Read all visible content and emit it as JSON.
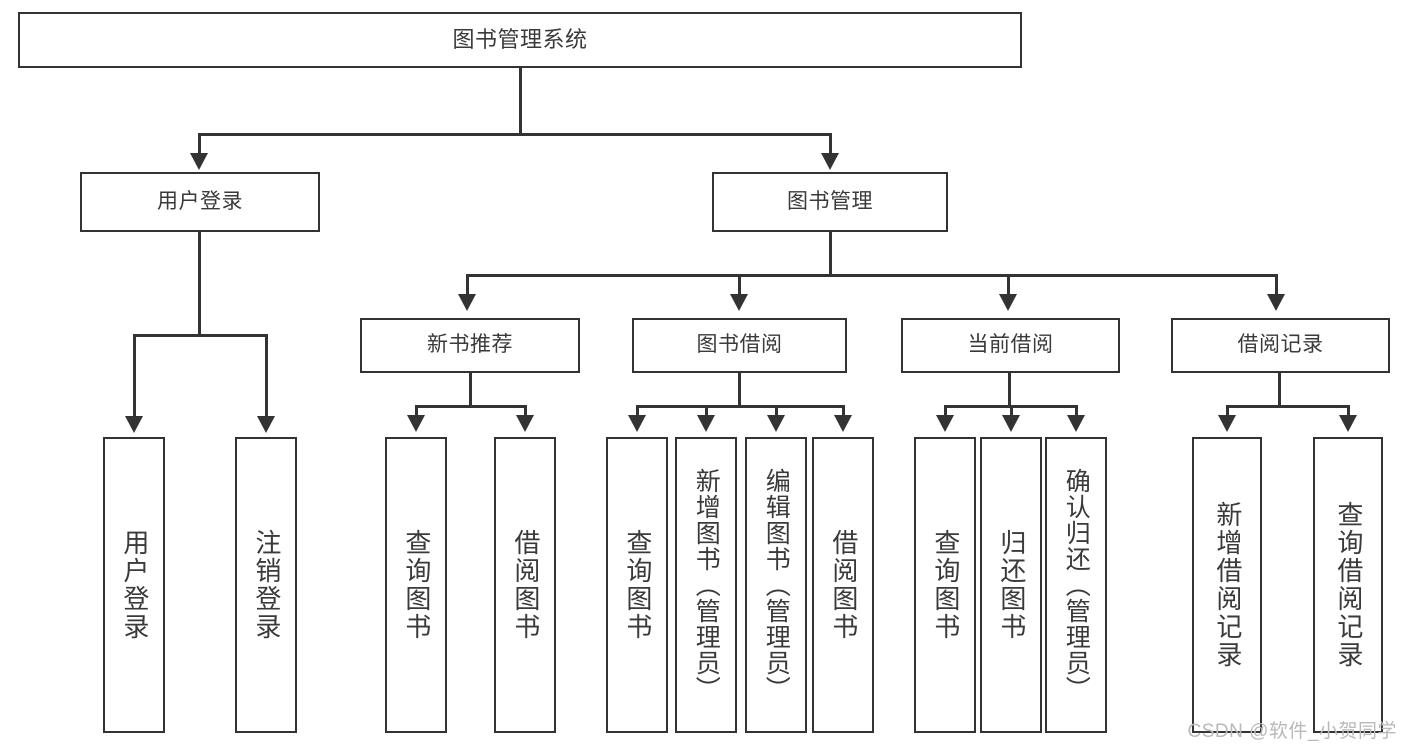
{
  "diagram": {
    "title": "图书管理系统",
    "root": {
      "label": "图书管理系统"
    },
    "level2": [
      {
        "label": "用户登录"
      },
      {
        "label": "图书管理"
      }
    ],
    "level3": [
      {
        "label": "新书推荐"
      },
      {
        "label": "图书借阅"
      },
      {
        "label": "当前借阅"
      },
      {
        "label": "借阅记录"
      }
    ],
    "leaves": {
      "user_login": [
        {
          "label": "用户登录"
        },
        {
          "label": "注销登录"
        }
      ],
      "new_book": [
        {
          "label": "查询图书"
        },
        {
          "label": "借阅图书"
        }
      ],
      "book_borrow": [
        {
          "label": "查询图书"
        },
        {
          "label": "新增图书（管理员）"
        },
        {
          "label": "编辑图书（管理员）"
        },
        {
          "label": "借阅图书"
        }
      ],
      "current_borrow": [
        {
          "label": "查询图书"
        },
        {
          "label": "归还图书"
        },
        {
          "label": "确认归还（管理员）"
        }
      ],
      "borrow_record": [
        {
          "label": "新增借阅记录"
        },
        {
          "label": "查询借阅记录"
        }
      ]
    }
  },
  "watermark": {
    "text": "CSDN @软件_小贺同学"
  },
  "colors": {
    "stroke": "#333333",
    "text": "#3a3a3a",
    "background": "#ffffff",
    "watermark": "#b9b9b9"
  }
}
